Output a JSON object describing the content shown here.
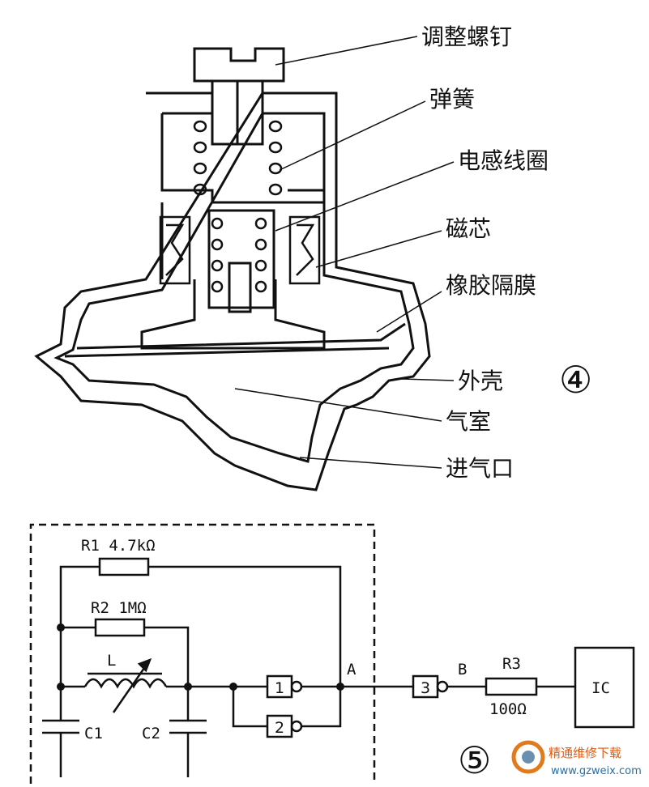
{
  "top_diagram": {
    "labels": {
      "adjust_screw": "调整螺钉",
      "spring": "弹簧",
      "inductor_coil": "电感线圈",
      "magnetic_core": "磁芯",
      "rubber_diaphragm": "橡胶隔膜",
      "housing": "外壳",
      "air_chamber": "气室",
      "air_inlet": "进气口"
    },
    "figure_number": "④"
  },
  "circuit": {
    "r1_label": "R1  4.7kΩ",
    "r2_label": "R2  1MΩ",
    "r3_label": "R3",
    "r3_value": "100Ω",
    "inductor_label": "L",
    "c1_label": "C1",
    "c2_label": "C2",
    "gate1": "1",
    "gate2": "2",
    "gate3": "3",
    "node_a": "A",
    "node_b": "B",
    "ic_label": "IC",
    "figure_number": "⑤"
  },
  "watermark": {
    "text_cn": "精通维修下载",
    "url": "www.gzweix.com"
  }
}
